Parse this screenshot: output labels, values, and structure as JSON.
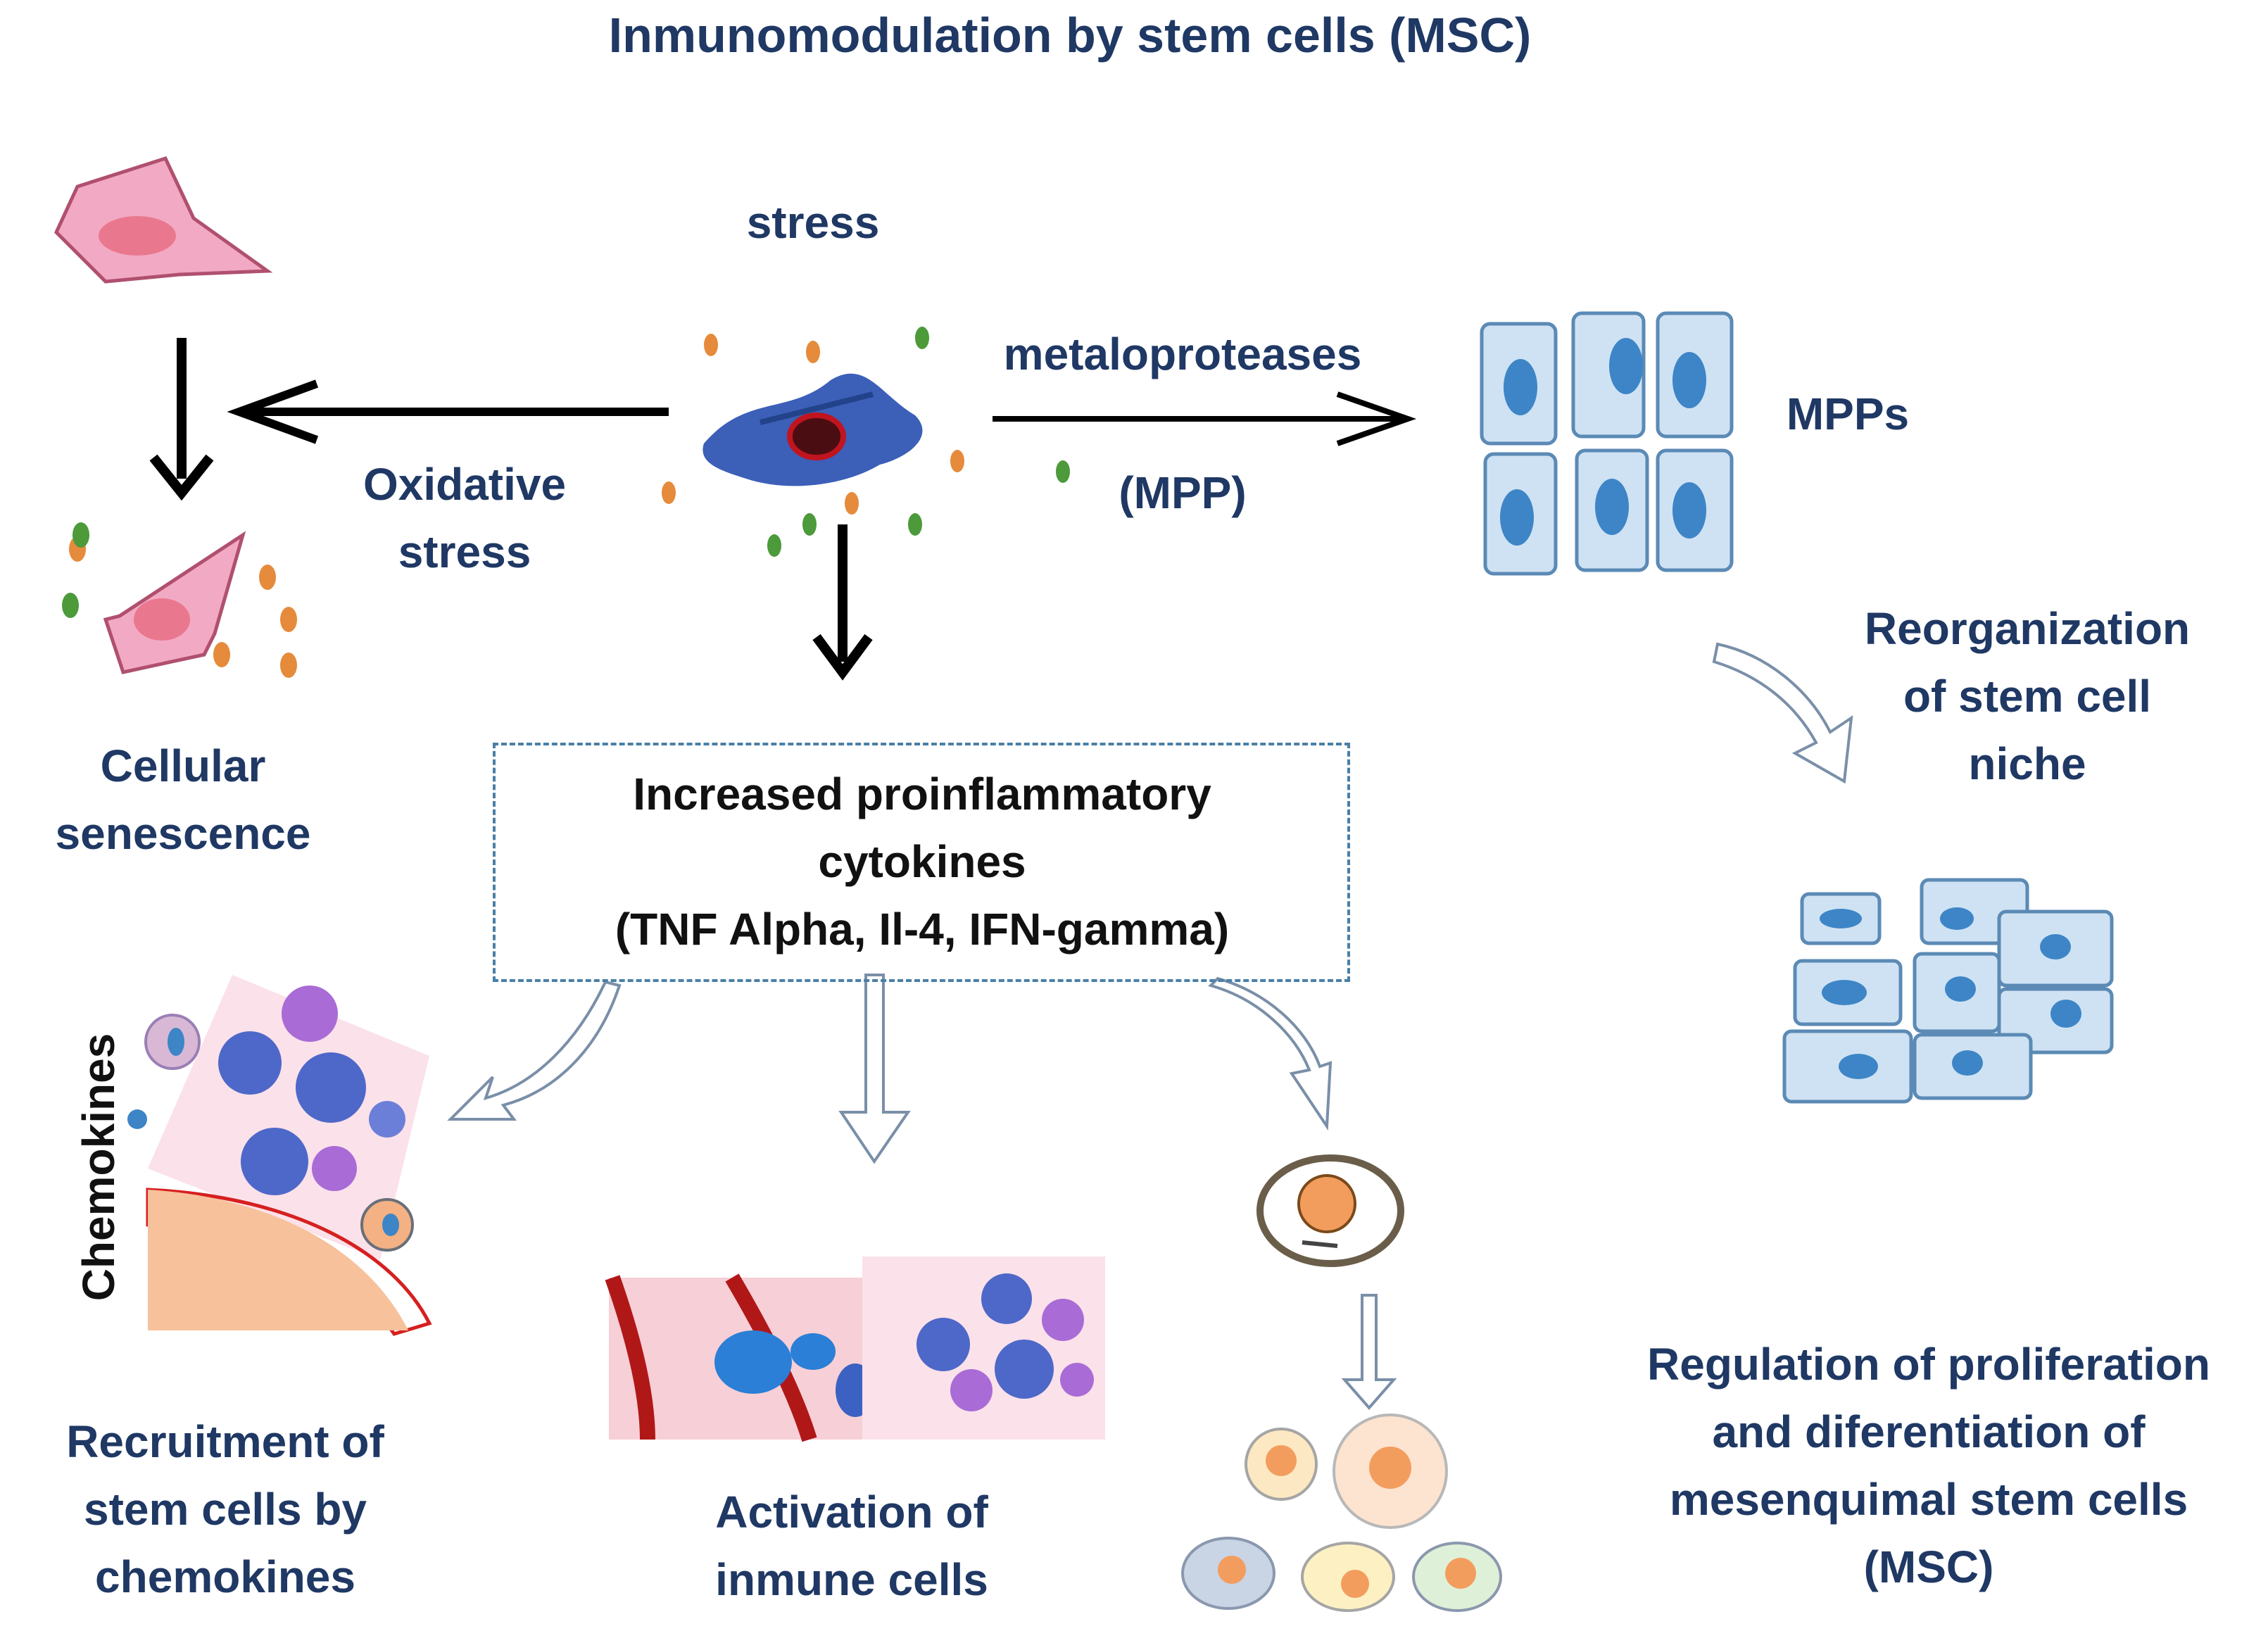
{
  "title": "Inmunomodulation by stem cells (MSC)",
  "center": {
    "stress_label": "stress",
    "metalo_label": "metaloproteases",
    "mpp_label": "(MPP)"
  },
  "left_branch": {
    "oxidative_line1": "Oxidative",
    "oxidative_line2": "stress",
    "senescence_line1": "Cellular",
    "senescence_line2": "senescence"
  },
  "right_branch": {
    "mpps_label": "MPPs",
    "reorg_line1": "Reorganization",
    "reorg_line2": "of stem cell",
    "reorg_line3": "niche"
  },
  "cytokine_box": {
    "line1": "Increased proinflammatory",
    "line2": "cytokines",
    "line3": "(TNF Alpha, Il-4, IFN-gamma)"
  },
  "bottom": {
    "chemokines_label": "Chemokines",
    "recruit_line1": "Recruitment of",
    "recruit_line2": "stem cells by",
    "recruit_line3": "chemokines",
    "activation_line1": "Activation of",
    "activation_line2": "inmune cells",
    "regulation_line1": "Regulation of proliferation",
    "regulation_line2": "and diferentiation of",
    "regulation_line3": "mesenquimal stem cells",
    "regulation_line4": "(MSC)"
  },
  "colors": {
    "label_blue": "#1f3864",
    "cell_blue": "#cfe2f3",
    "nucleus_blue": "#3d85c6",
    "senescent_pink": "#f4b6c9"
  }
}
